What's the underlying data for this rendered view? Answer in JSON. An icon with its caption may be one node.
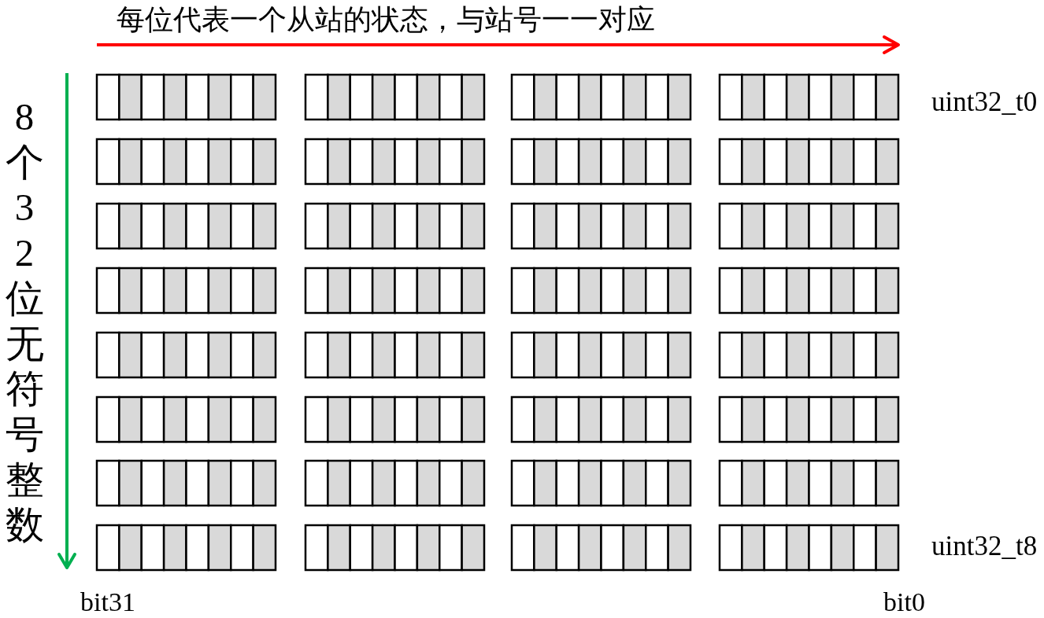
{
  "diagram": {
    "labels": [
      "每位代表一个从站的状态，与站号一一对应",
      "8个32位无符号整数",
      "uint32_t0",
      "uint32_t8",
      "bit31",
      "bit0"
    ]
  }
}
